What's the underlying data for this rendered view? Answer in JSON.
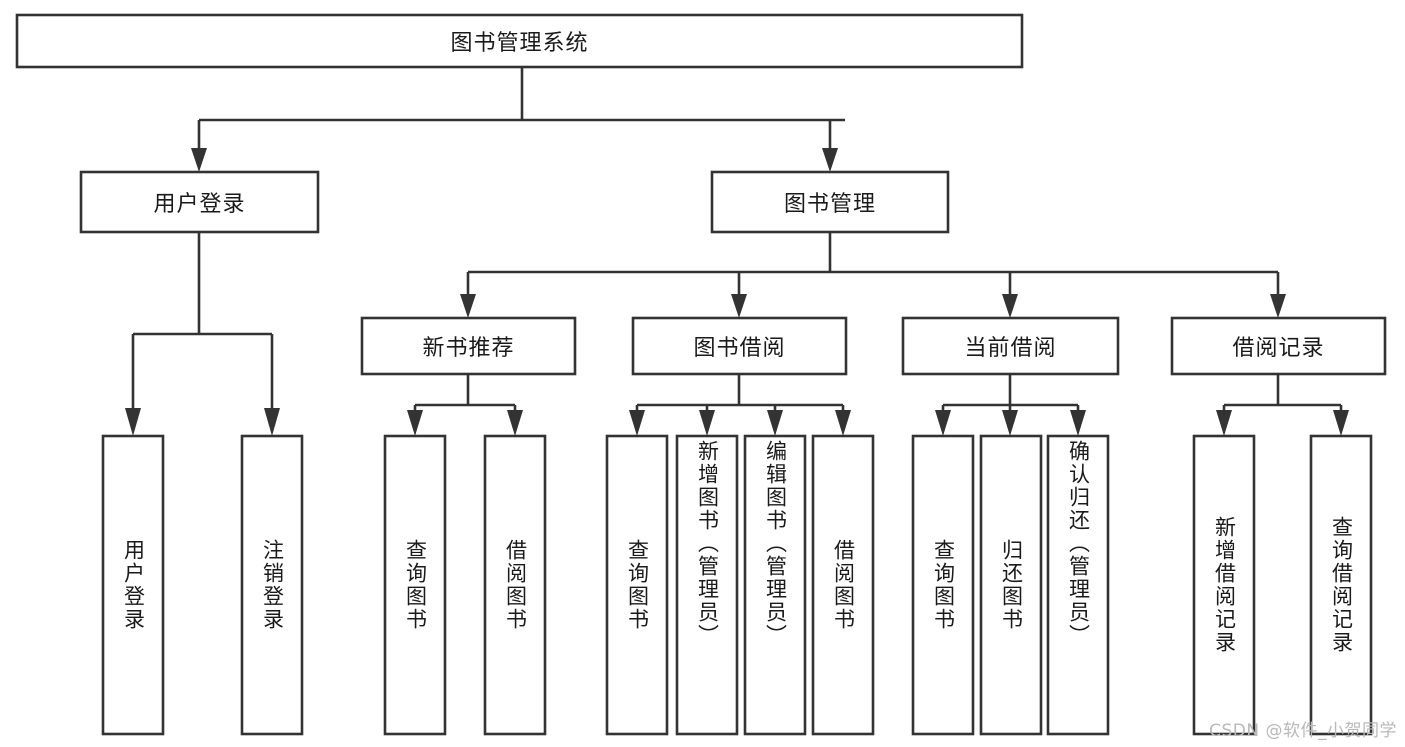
{
  "diagram": {
    "type": "tree",
    "title": "图书管理系统",
    "orientation": "top-down",
    "colors": {
      "box_stroke": "#333333",
      "box_fill": "#ffffff",
      "connector": "#333333",
      "text": "#1a1a1a",
      "background": "#ffffff",
      "watermark": "#b9b9b9"
    },
    "root": {
      "label": "图书管理系统"
    },
    "level1": [
      {
        "label": "用户登录"
      },
      {
        "label": "图书管理"
      }
    ],
    "level2": [
      {
        "label": "新书推荐"
      },
      {
        "label": "图书借阅"
      },
      {
        "label": "当前借阅"
      },
      {
        "label": "借阅记录"
      }
    ],
    "leaves": {
      "user_login": [
        {
          "label": "用户登录"
        },
        {
          "label": "注销登录"
        }
      ],
      "new_book_recommend": [
        {
          "label": "查询图书"
        },
        {
          "label": "借阅图书"
        }
      ],
      "book_borrow": [
        {
          "label": "查询图书"
        },
        {
          "label": "新增图书（管理员）"
        },
        {
          "label": "编辑图书（管理员）"
        },
        {
          "label": "借阅图书"
        }
      ],
      "current_borrow": [
        {
          "label": "查询图书"
        },
        {
          "label": "归还图书"
        },
        {
          "label": "确认归还（管理员）"
        }
      ],
      "borrow_record": [
        {
          "label": "新增借阅记录"
        },
        {
          "label": "查询借阅记录"
        }
      ]
    }
  },
  "watermark": {
    "text": "CSDN @软件_小贺同学"
  }
}
